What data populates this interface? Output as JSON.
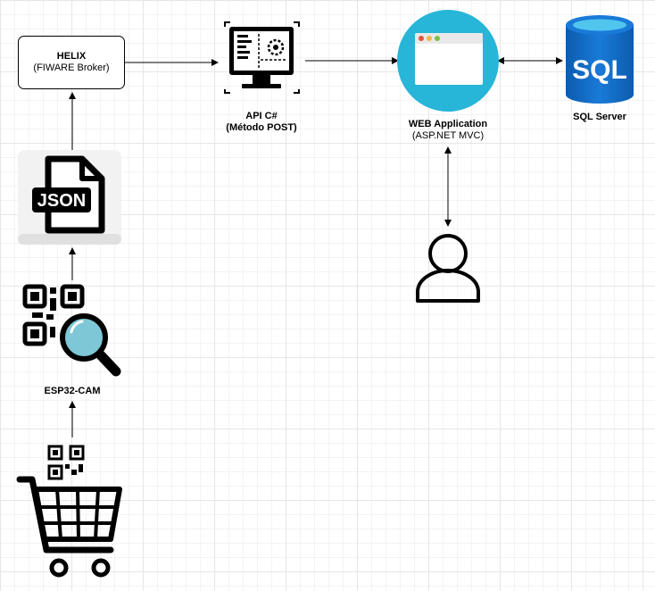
{
  "diagram": {
    "helix": {
      "title": "HELIX",
      "subtitle": "(FIWARE Broker)"
    },
    "api": {
      "title": "API C#",
      "subtitle": "(Método POST)"
    },
    "web": {
      "title": "WEB Application",
      "subtitle": "(ASP.NET MVC)"
    },
    "sql": {
      "title": "SQL Server",
      "icon_text": "SQL"
    },
    "json_icon": {
      "text": "JSON"
    },
    "esp": {
      "title": "ESP32-CAM"
    }
  },
  "icons": {
    "helix": "rounded-box",
    "api": "monitor-gear-icon",
    "web": "browser-window-icon",
    "sql": "database-icon",
    "json": "json-file-icon",
    "esp": "qr-magnifier-icon",
    "cart": "shopping-cart-qr-icon",
    "user": "user-icon"
  },
  "colors": {
    "browser_circle": "#27b5d8",
    "browser_dot_red": "#e4543f",
    "browser_dot_yellow": "#f0b64b",
    "browser_dot_green": "#7cc043",
    "sql_blue": "#0f6dc9",
    "sql_cyan": "#50c6ee",
    "magnifier_lens": "#7ec7d6"
  }
}
